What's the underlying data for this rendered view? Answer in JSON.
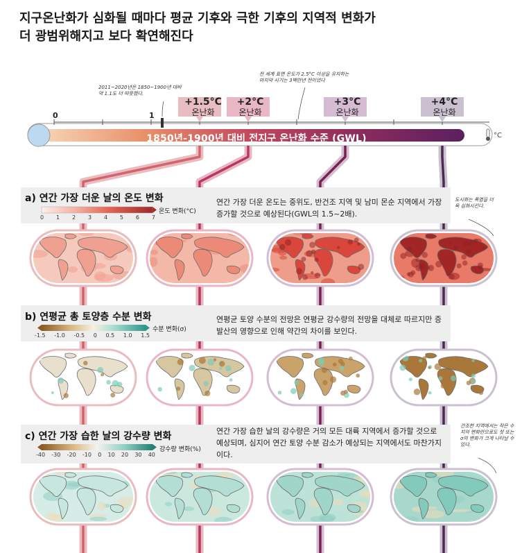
{
  "title": {
    "line1": "지구온난화가 심화될 때마다 평균 기후와 극한 기후의 지역적 변화가",
    "line2": "더 광범위해지고 보다 확연해진다"
  },
  "notes": {
    "note_2011": "2011~2020년은 1850~1900년 대비 약 1.1도 더 따뜻했다.",
    "note_25": "전 세계 표면 온도가 2.5°C 이상을 유지하는 마지막 시기는 3백만년 전이었다",
    "note_city": "도시화는 폭염을 더욱 심화시킨다.",
    "note_dry": "건조한 지역에서는 작은 수치의 변화만으로도 첫 또는 σ의 변화가 크게 나타날 수 있다."
  },
  "scale": {
    "tick0": "0",
    "tick1": "1",
    "bar_text": "1850년-1900년 대비 전지구 온난화 수준 (GWL)",
    "unit": "°C"
  },
  "levels": [
    {
      "deg": "+1.5°C",
      "label": "온난화",
      "value": 1.5,
      "color": "#e8bcc0",
      "line": "#d2646e"
    },
    {
      "deg": "+2°C",
      "label": "온난화",
      "value": 2.0,
      "color": "#e9b6c3",
      "line": "#b7385c"
    },
    {
      "deg": "+3°C",
      "label": "온난화",
      "value": 3.0,
      "color": "#d5bcd3",
      "line": "#74224f"
    },
    {
      "deg": "+4°C",
      "label": "온난화",
      "value": 4.0,
      "color": "#cbc0cf",
      "line": "#4b2a4d"
    }
  ],
  "sections": {
    "a": {
      "title": "a) 연간 가장 더운 날의 온도 변화",
      "desc": "연간 가장 더운 온도는 중위도, 반건조 지역 및 남미 몬순 지역에서 가장 증가할 것으로 예상된다(GWL의 1.5~2배).",
      "legend_ticks": [
        "0",
        "1",
        "2",
        "3",
        "4",
        "5",
        "6",
        "7"
      ],
      "legend_unit": "온도 변화(°C)",
      "colors": [
        "#fce6e1",
        "#f8cdc3",
        "#f3aa9b",
        "#ec8373",
        "#e05d50",
        "#c93c36",
        "#a52a2a"
      ]
    },
    "b": {
      "title": "b) 연평균 총 토양층 수분 변화",
      "desc": "연평균 토양 수분의 전망은 연평균 강수량의 전망을 대체로 따르지만 증발산의 영향으로 인해 약간의 차이를 보인다.",
      "legend_ticks": [
        "-1.5",
        "-1.0",
        "-0.5",
        "0",
        "0.5",
        "1.0",
        "1.5"
      ],
      "legend_unit": "수분 변화(σ)",
      "colors": [
        "#8c5a24",
        "#b98445",
        "#dcbd8a",
        "#f3ead8",
        "#d4ece6",
        "#8fd0c3",
        "#3ea898"
      ]
    },
    "c": {
      "title": "c) 연간 가장 습한 날의 강수량 변화",
      "desc": "연간 가장 습한 날의 강수량은 거의 모든 대륙 지역에서 증가할 것으로 예상되며, 심지어 연간 토양 수분 감소가 예상되는 지역에서도 마찬가지이다.",
      "legend_ticks": [
        "-40",
        "-30",
        "-20",
        "-10",
        "0",
        "10",
        "20",
        "30",
        "40"
      ],
      "legend_unit": "강수량 변화(%)",
      "colors": [
        "#8c5a24",
        "#b98445",
        "#dcbd8a",
        "#f1e2c4",
        "#f3f3ee",
        "#d2ece6",
        "#9fd8cc",
        "#62bcaf",
        "#2f968a"
      ]
    }
  },
  "colors": {
    "gwl_start": "#f6c9a0",
    "gwl_mid": "#c2475d",
    "gwl_end": "#5b2060",
    "panel": "#eeeeee",
    "ocean_heat": "#f4b7a8",
    "land_outline": "#666666"
  }
}
